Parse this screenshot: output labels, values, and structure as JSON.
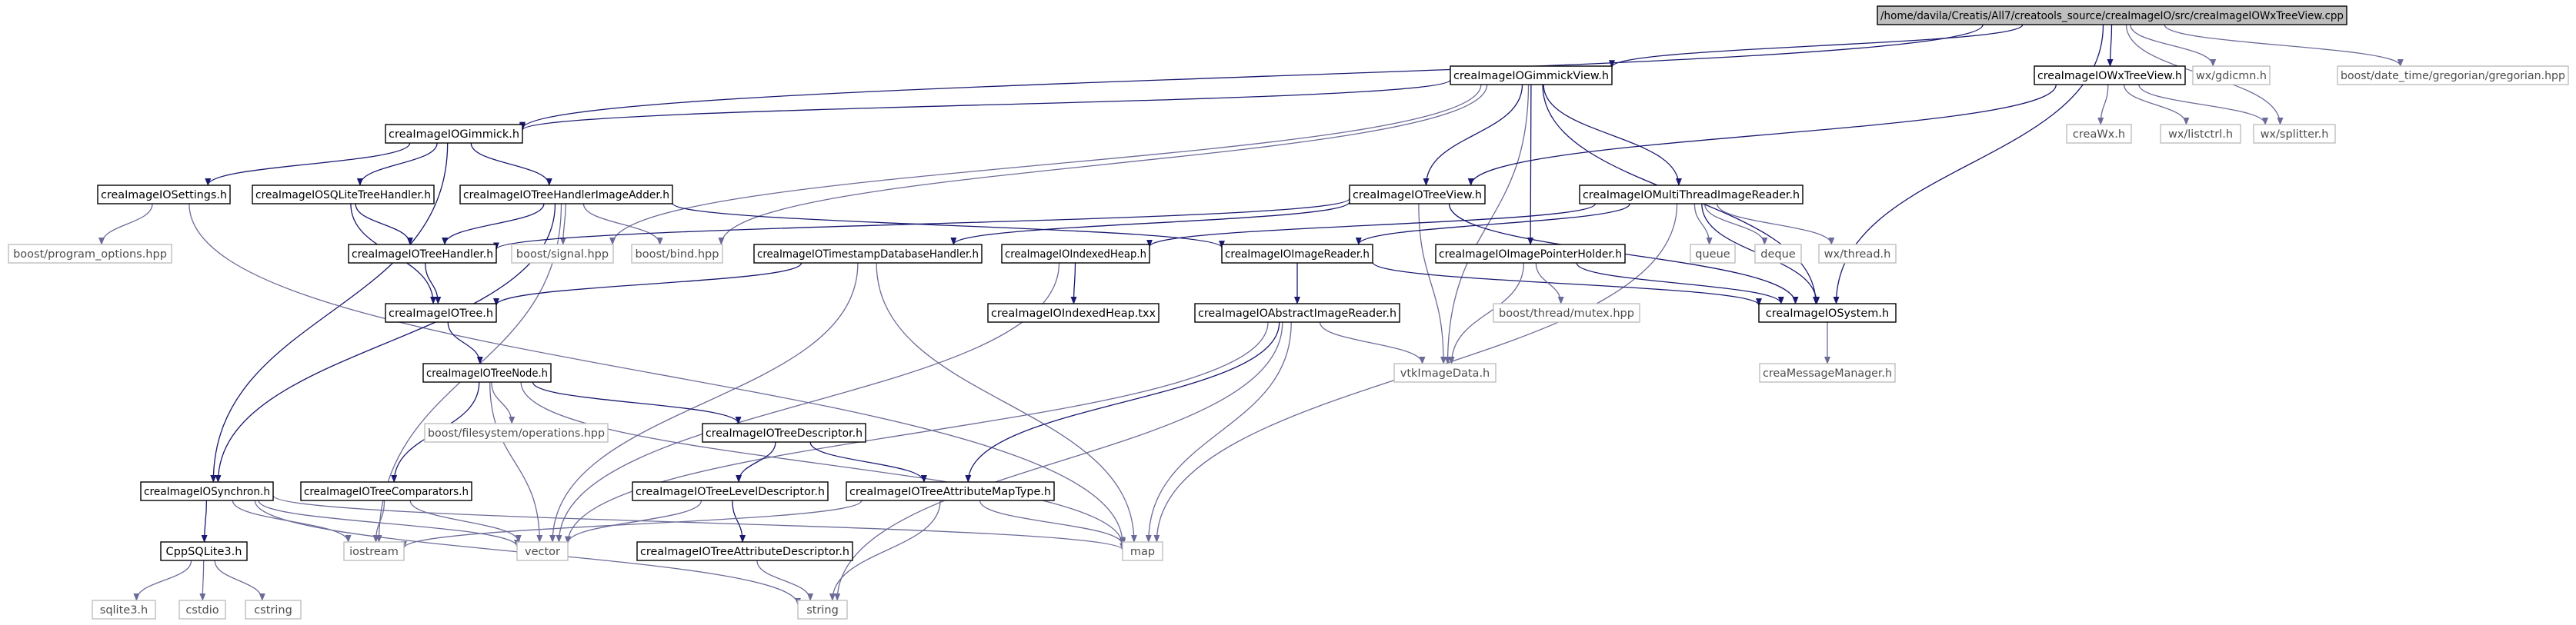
{
  "graph": {
    "nodes": [
      {
        "id": "root",
        "label": "/home/davila/Creatis/All7/creatools_source/creaImageIO/src/creaImageIOWxTreeView.cpp",
        "kind": "root"
      },
      {
        "id": "gimmickview",
        "label": "creaImageIOGimmickView.h",
        "kind": "local"
      },
      {
        "id": "wxtreeview",
        "label": "creaImageIOWxTreeView.h",
        "kind": "local"
      },
      {
        "id": "wxgdicmn",
        "label": "wx/gdicmn.h",
        "kind": "system"
      },
      {
        "id": "boostdate",
        "label": "boost/date_time/gregorian/gregorian.hpp",
        "kind": "system"
      },
      {
        "id": "gimmick",
        "label": "creaImageIOGimmick.h",
        "kind": "local"
      },
      {
        "id": "creawx",
        "label": "creaWx.h",
        "kind": "system"
      },
      {
        "id": "wxlistctrl",
        "label": "wx/listctrl.h",
        "kind": "system"
      },
      {
        "id": "wxsplitter",
        "label": "wx/splitter.h",
        "kind": "system"
      },
      {
        "id": "settings",
        "label": "creaImageIOSettings.h",
        "kind": "local"
      },
      {
        "id": "sqlitehandler",
        "label": "creaImageIOSQLiteTreeHandler.h",
        "kind": "local"
      },
      {
        "id": "imageadder",
        "label": "creaImageIOTreeHandlerImageAdder.h",
        "kind": "local"
      },
      {
        "id": "treeview",
        "label": "creaImageIOTreeView.h",
        "kind": "local"
      },
      {
        "id": "mtreader",
        "label": "creaImageIOMultiThreadImageReader.h",
        "kind": "local"
      },
      {
        "id": "progopts",
        "label": "boost/program_options.hpp",
        "kind": "system"
      },
      {
        "id": "treehandler",
        "label": "creaImageIOTreeHandler.h",
        "kind": "local"
      },
      {
        "id": "boostsignal",
        "label": "boost/signal.hpp",
        "kind": "system"
      },
      {
        "id": "boostbind",
        "label": "boost/bind.hpp",
        "kind": "system"
      },
      {
        "id": "timestamp",
        "label": "creaImageIOTimestampDatabaseHandler.h",
        "kind": "local"
      },
      {
        "id": "indexedheap",
        "label": "creaImageIOIndexedHeap.h",
        "kind": "local"
      },
      {
        "id": "imagereader",
        "label": "creaImageIOImageReader.h",
        "kind": "local"
      },
      {
        "id": "pointerholder",
        "label": "creaImageIOImagePointerHolder.h",
        "kind": "local"
      },
      {
        "id": "queue",
        "label": "queue",
        "kind": "system"
      },
      {
        "id": "deque",
        "label": "deque",
        "kind": "system"
      },
      {
        "id": "wxthread",
        "label": "wx/thread.h",
        "kind": "system"
      },
      {
        "id": "tree",
        "label": "creaImageIOTree.h",
        "kind": "local"
      },
      {
        "id": "indexedheaptxx",
        "label": "creaImageIOIndexedHeap.txx",
        "kind": "local"
      },
      {
        "id": "abstractreader",
        "label": "creaImageIOAbstractImageReader.h",
        "kind": "local"
      },
      {
        "id": "mutex",
        "label": "boost/thread/mutex.hpp",
        "kind": "system"
      },
      {
        "id": "system",
        "label": "creaImageIOSystem.h",
        "kind": "local"
      },
      {
        "id": "treenode",
        "label": "creaImageIOTreeNode.h",
        "kind": "local"
      },
      {
        "id": "vtkimagedata",
        "label": "vtkImageData.h",
        "kind": "system"
      },
      {
        "id": "messagemanager",
        "label": "creaMessageManager.h",
        "kind": "system"
      },
      {
        "id": "fsops",
        "label": "boost/filesystem/operations.hpp",
        "kind": "system"
      },
      {
        "id": "treedescriptor",
        "label": "creaImageIOTreeDescriptor.h",
        "kind": "local"
      },
      {
        "id": "synchron",
        "label": "creaImageIOSynchron.h",
        "kind": "local"
      },
      {
        "id": "comparators",
        "label": "creaImageIOTreeComparators.h",
        "kind": "local"
      },
      {
        "id": "leveldescriptor",
        "label": "creaImageIOTreeLevelDescriptor.h",
        "kind": "local"
      },
      {
        "id": "attrmaptype",
        "label": "creaImageIOTreeAttributeMapType.h",
        "kind": "local"
      },
      {
        "id": "cppsqlite",
        "label": "CppSQLite3.h",
        "kind": "local"
      },
      {
        "id": "iostream",
        "label": "iostream",
        "kind": "system"
      },
      {
        "id": "vector",
        "label": "vector",
        "kind": "system"
      },
      {
        "id": "map",
        "label": "map",
        "kind": "system"
      },
      {
        "id": "attrdescriptor",
        "label": "creaImageIOTreeAttributeDescriptor.h",
        "kind": "local"
      },
      {
        "id": "sqlite3",
        "label": "sqlite3.h",
        "kind": "system"
      },
      {
        "id": "cstdio",
        "label": "cstdio",
        "kind": "system"
      },
      {
        "id": "cstring",
        "label": "cstring",
        "kind": "system"
      },
      {
        "id": "string",
        "label": "string",
        "kind": "system"
      }
    ],
    "edges": [
      [
        "root",
        "gimmickview"
      ],
      [
        "root",
        "wxtreeview"
      ],
      [
        "root",
        "wxgdicmn"
      ],
      [
        "root",
        "boostdate"
      ],
      [
        "root",
        "wxsplitter"
      ],
      [
        "root",
        "system"
      ],
      [
        "root",
        "gimmick"
      ],
      [
        "gimmickview",
        "gimmick"
      ],
      [
        "gimmickview",
        "treeview"
      ],
      [
        "gimmickview",
        "mtreader"
      ],
      [
        "gimmickview",
        "pointerholder"
      ],
      [
        "gimmickview",
        "system"
      ],
      [
        "gimmickview",
        "boostsignal"
      ],
      [
        "gimmickview",
        "boostbind"
      ],
      [
        "gimmickview",
        "vtkimagedata"
      ],
      [
        "wxtreeview",
        "creawx"
      ],
      [
        "wxtreeview",
        "wxlistctrl"
      ],
      [
        "wxtreeview",
        "wxsplitter"
      ],
      [
        "wxtreeview",
        "treeview"
      ],
      [
        "gimmick",
        "settings"
      ],
      [
        "gimmick",
        "sqlitehandler"
      ],
      [
        "gimmick",
        "imageadder"
      ],
      [
        "gimmick",
        "synchron"
      ],
      [
        "settings",
        "progopts"
      ],
      [
        "settings",
        "map"
      ],
      [
        "sqlitehandler",
        "treehandler"
      ],
      [
        "sqlitehandler",
        "tree"
      ],
      [
        "imageadder",
        "treehandler"
      ],
      [
        "imageadder",
        "boostsignal"
      ],
      [
        "imageadder",
        "boostbind"
      ],
      [
        "imageadder",
        "imagereader"
      ],
      [
        "imageadder",
        "synchron"
      ],
      [
        "imageadder",
        "iostream"
      ],
      [
        "treeview",
        "treehandler"
      ],
      [
        "treeview",
        "system"
      ],
      [
        "treeview",
        "vtkimagedata"
      ],
      [
        "treeview",
        "timestamp"
      ],
      [
        "mtreader",
        "indexedheap"
      ],
      [
        "mtreader",
        "imagereader"
      ],
      [
        "mtreader",
        "queue"
      ],
      [
        "mtreader",
        "deque"
      ],
      [
        "mtreader",
        "wxthread"
      ],
      [
        "mtreader",
        "system"
      ],
      [
        "mtreader",
        "map"
      ],
      [
        "treehandler",
        "tree"
      ],
      [
        "timestamp",
        "tree"
      ],
      [
        "timestamp",
        "vector"
      ],
      [
        "timestamp",
        "map"
      ],
      [
        "indexedheap",
        "indexedheaptxx"
      ],
      [
        "indexedheap",
        "vector"
      ],
      [
        "imagereader",
        "abstractreader"
      ],
      [
        "imagereader",
        "system"
      ],
      [
        "pointerholder",
        "mutex"
      ],
      [
        "pointerholder",
        "vtkimagedata"
      ],
      [
        "pointerholder",
        "system"
      ],
      [
        "tree",
        "treenode"
      ],
      [
        "abstractreader",
        "vtkimagedata"
      ],
      [
        "abstractreader",
        "attrmaptype"
      ],
      [
        "abstractreader",
        "map"
      ],
      [
        "abstractreader",
        "string"
      ],
      [
        "abstractreader",
        "vector"
      ],
      [
        "system",
        "messagemanager"
      ],
      [
        "treenode",
        "fsops"
      ],
      [
        "treenode",
        "treedescriptor"
      ],
      [
        "treenode",
        "comparators"
      ],
      [
        "treenode",
        "vector"
      ],
      [
        "treenode",
        "map"
      ],
      [
        "treedescriptor",
        "leveldescriptor"
      ],
      [
        "treedescriptor",
        "attrmaptype"
      ],
      [
        "synchron",
        "cppsqlite"
      ],
      [
        "synchron",
        "iostream"
      ],
      [
        "synchron",
        "vector"
      ],
      [
        "synchron",
        "map"
      ],
      [
        "synchron",
        "string"
      ],
      [
        "comparators",
        "vector"
      ],
      [
        "comparators",
        "iostream"
      ],
      [
        "leveldescriptor",
        "attrdescriptor"
      ],
      [
        "leveldescriptor",
        "vector"
      ],
      [
        "attrmaptype",
        "map"
      ],
      [
        "attrmaptype",
        "string"
      ],
      [
        "attrmaptype",
        "iostream"
      ],
      [
        "attrdescriptor",
        "string"
      ],
      [
        "cppsqlite",
        "sqlite3"
      ],
      [
        "cppsqlite",
        "cstdio"
      ],
      [
        "cppsqlite",
        "cstring"
      ]
    ]
  }
}
